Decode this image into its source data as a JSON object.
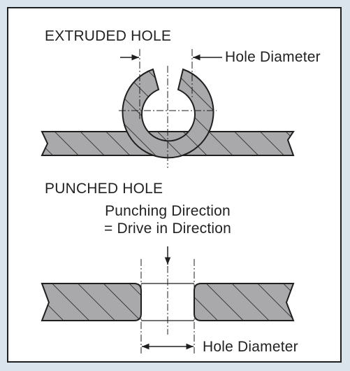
{
  "figure": {
    "background": "#d9e4ec",
    "panel": "#ffffff",
    "ink": "#1f1f1f",
    "hatch_fill": "#a9a9ab"
  },
  "extruded": {
    "heading": "EXTRUDED HOLE",
    "dimension_label": "Hole Diameter"
  },
  "punched": {
    "heading": "PUNCHED HOLE",
    "direction_line1": "Punching Direction",
    "direction_line2": "= Drive in Direction",
    "dimension_label": "Hole Diameter"
  }
}
